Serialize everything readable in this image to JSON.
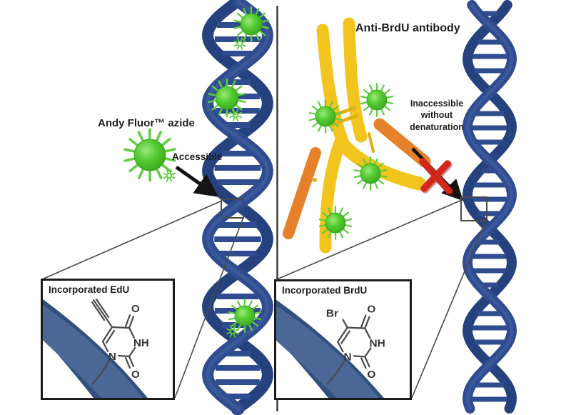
{
  "panels": {
    "left": {
      "reagent_label": "Andy Fluor™ azide",
      "accessibility_label": "Accessible",
      "inset": {
        "title": "Incorporated EdU"
      }
    },
    "right": {
      "title": "Anti-BrdU antibody",
      "accessibility_lines": [
        "Inaccessible",
        "without",
        "denaturation"
      ],
      "inset": {
        "title": "Incorporated BrdU"
      }
    }
  },
  "chem": {
    "oxygen": "O",
    "nh_group": "NH",
    "nitrogen": "N",
    "bromine": "Br"
  },
  "colors": {
    "dna_blue": "#2E4C8F",
    "dna_dark": "#25417E",
    "dna_hi": "#4765A4",
    "fluor_green": "#4CC32C",
    "spike_green": "#5FCE3F",
    "ab_yellow": "#F2C41D",
    "ab_yellow_dark": "#E0B113",
    "ab_orange": "#E5812B",
    "cross_red": "#D2281C",
    "arrow": "#141414",
    "ribbon_blue": "#4A6796",
    "ribbon_dark": "#32507E",
    "chem": "#4A4A4A",
    "text_dark": "#1D1D1D"
  }
}
